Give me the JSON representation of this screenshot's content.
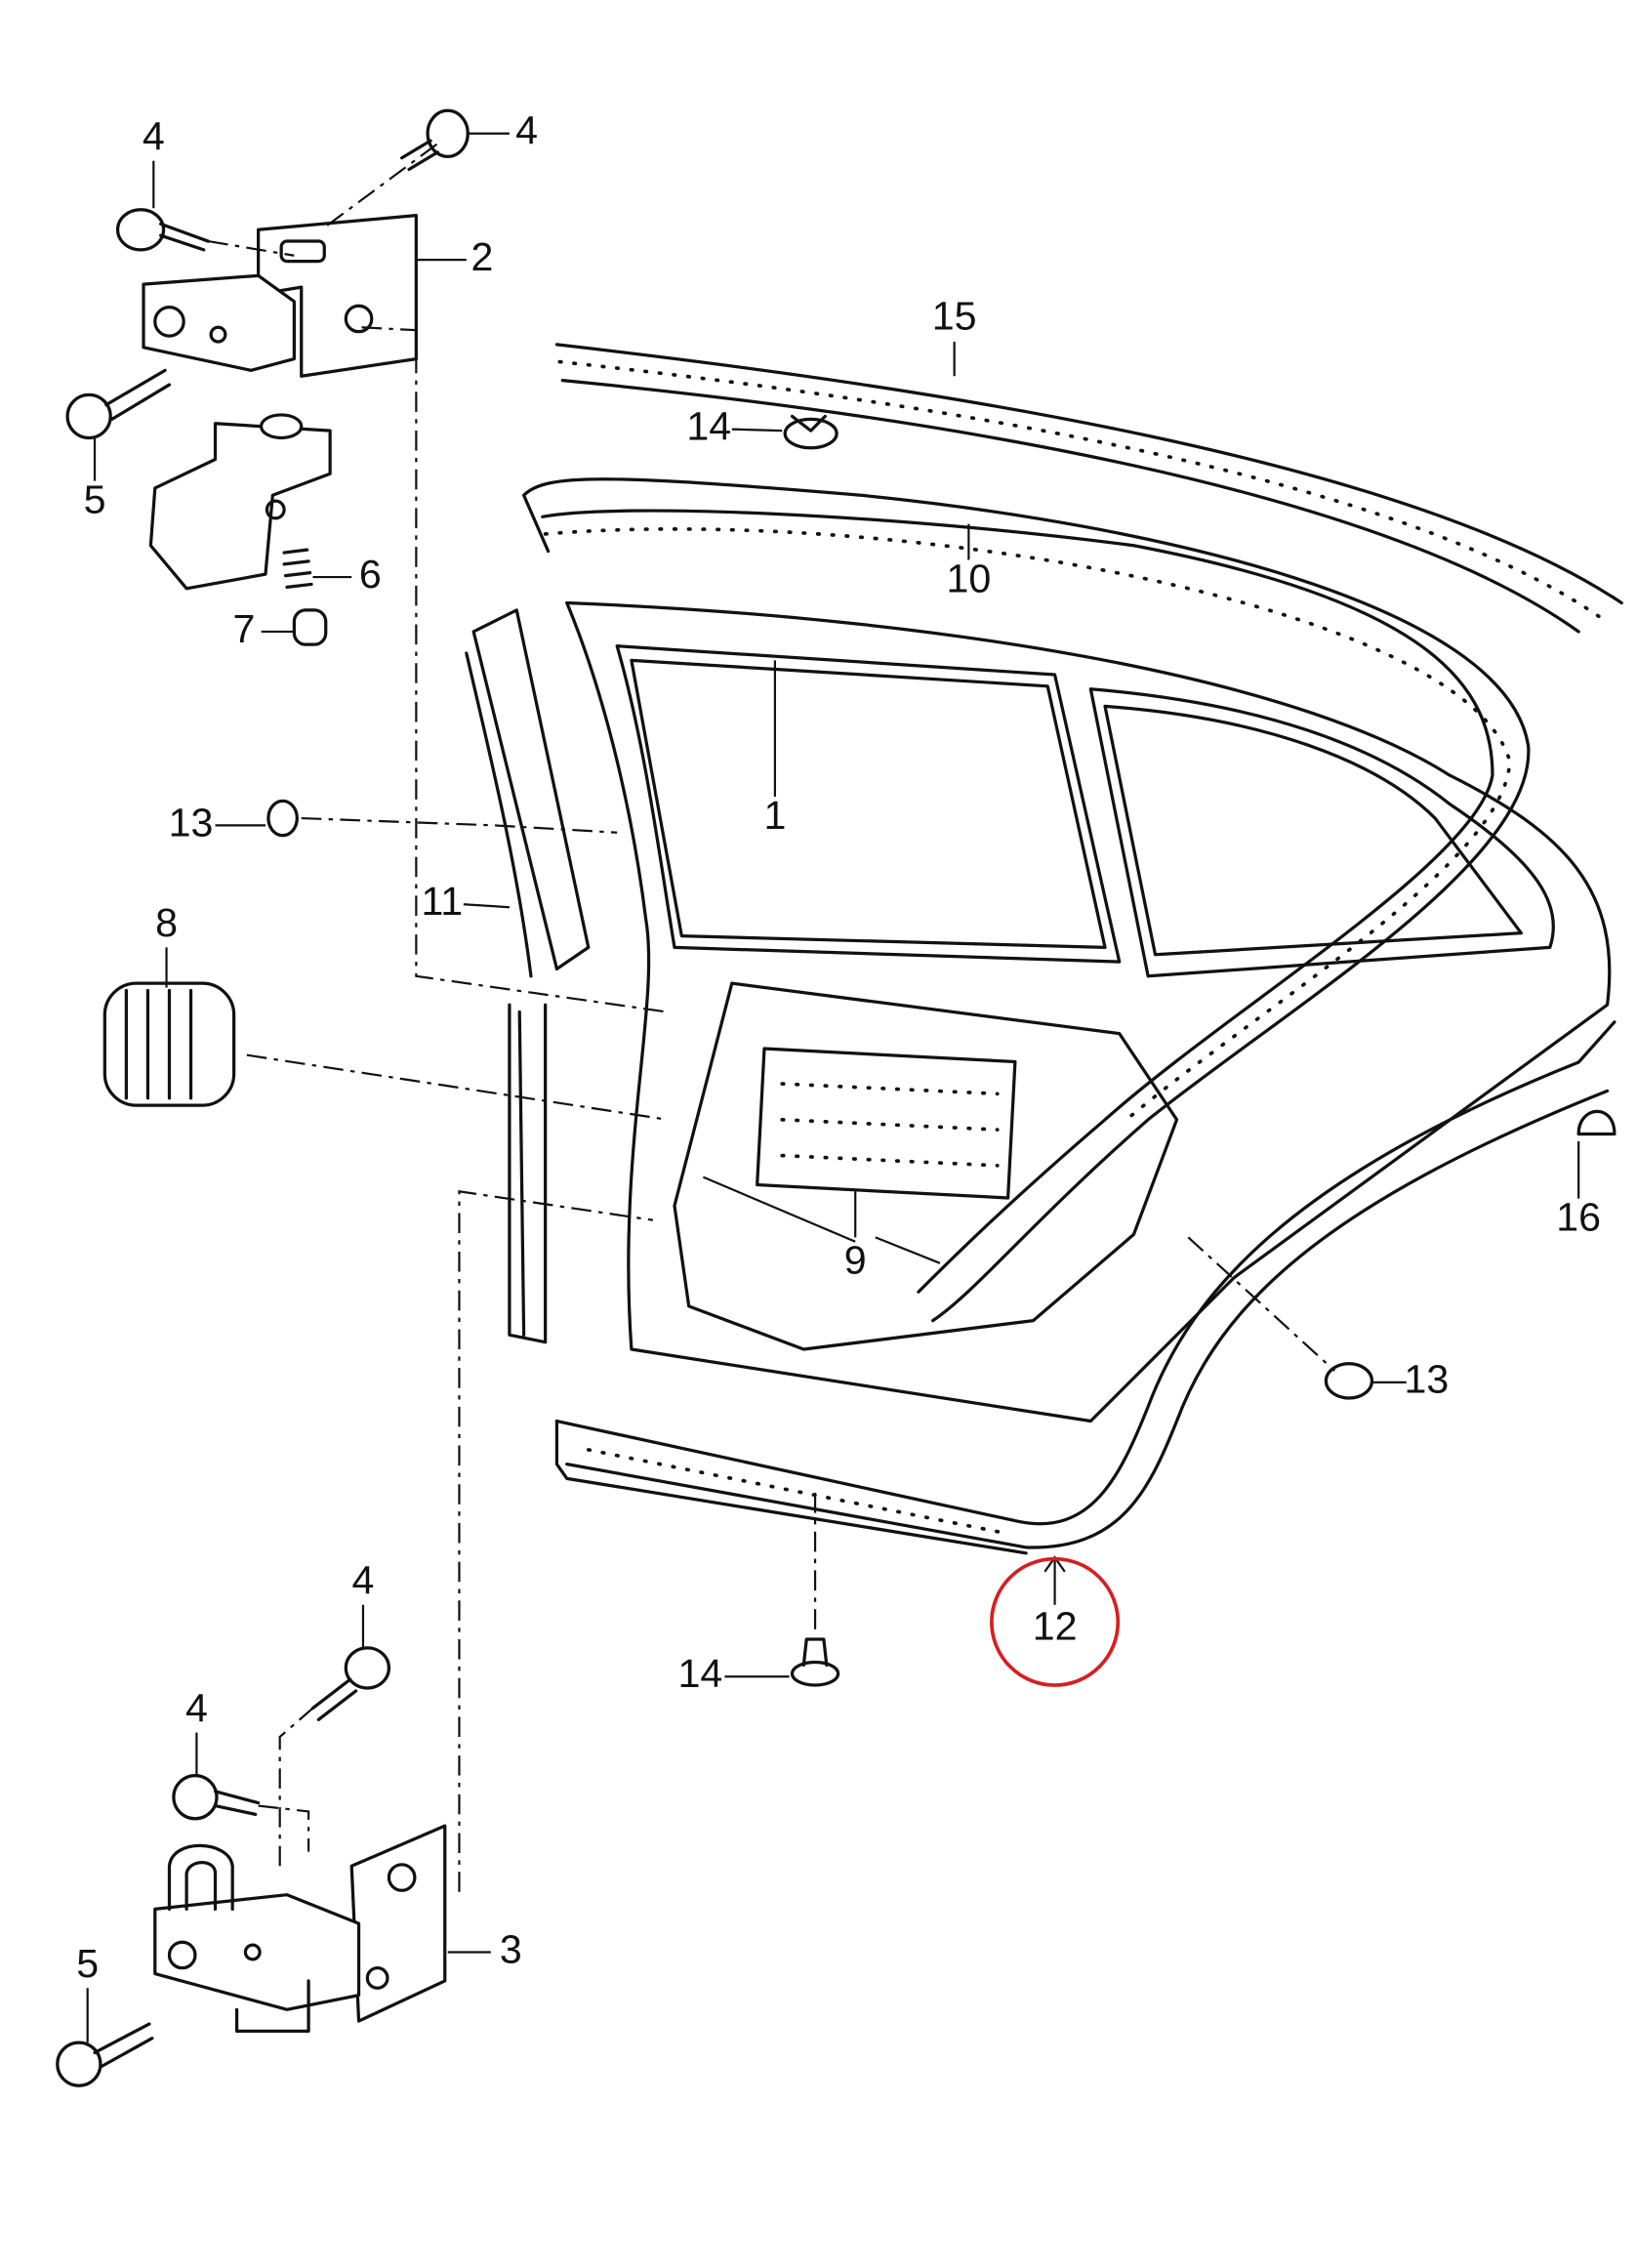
{
  "diagram": {
    "type": "exploded parts diagram - rear door",
    "callouts": [
      "4",
      "4",
      "2",
      "5",
      "6",
      "7",
      "15",
      "14",
      "10",
      "1",
      "13",
      "11",
      "8",
      "9",
      "16",
      "13",
      "12",
      "14",
      "4",
      "4",
      "3",
      "5"
    ],
    "highlight": {
      "label": "12",
      "color": "#d81e1e"
    }
  }
}
